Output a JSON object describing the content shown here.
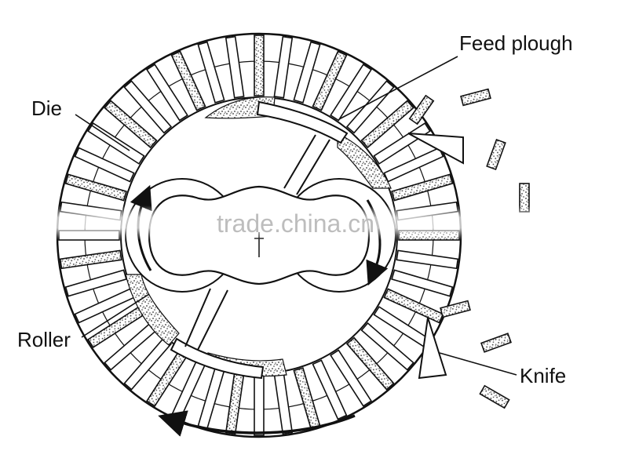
{
  "labels": {
    "feed_plough": "Feed plough",
    "die": "Die",
    "roller": "Roller",
    "knife": "Knife"
  },
  "watermark": "trade.china.cn",
  "colors": {
    "line": "#111111",
    "background": "#ffffff",
    "watermark": "#bdbdbd"
  }
}
